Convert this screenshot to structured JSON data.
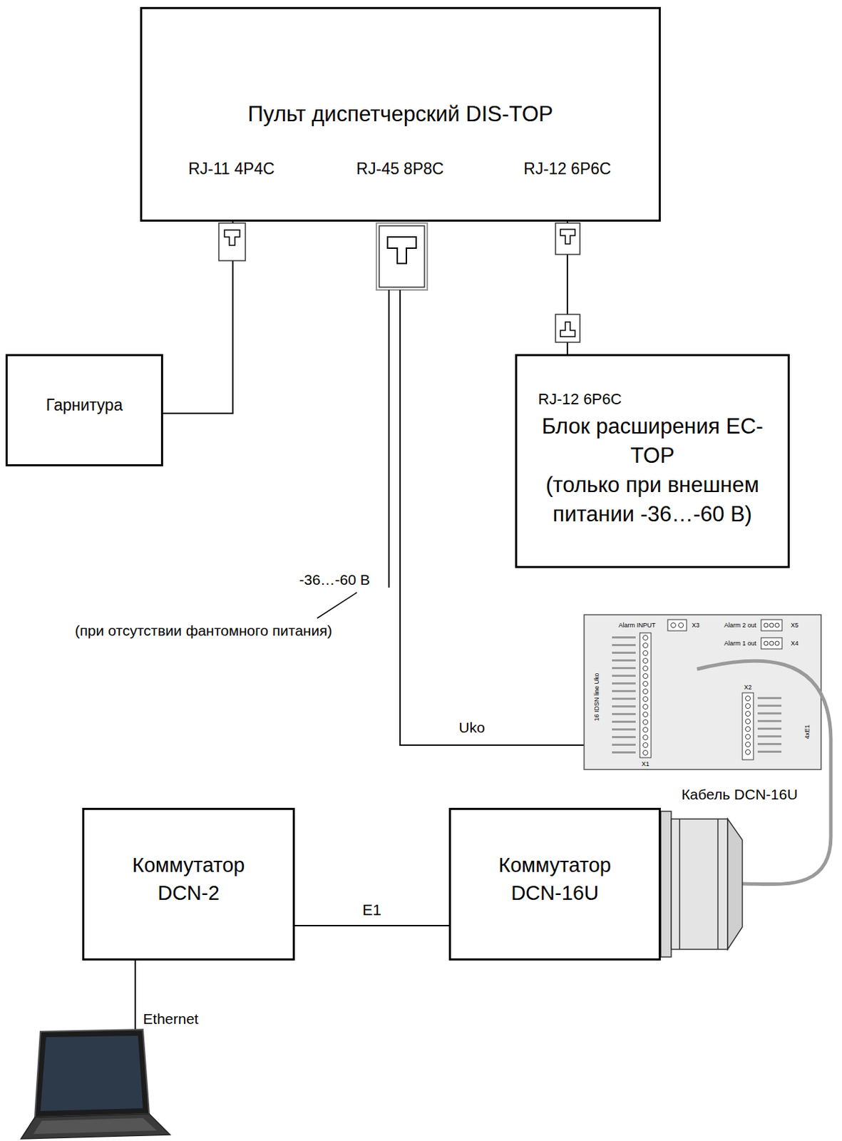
{
  "diagram": {
    "nodes": [
      {
        "text": [
          "Пульт диспетчерский DIS-TOP"
        ]
      },
      {
        "text": [
          "Гарнитура"
        ]
      },
      {
        "text": [
          "Блок расширения EC-TOP",
          "(только при внешнем питании -36…-60 В)"
        ]
      },
      {
        "text": [
          "Коммутатор DCN-2"
        ]
      },
      {
        "text": [
          "Коммутатор DCN-16U"
        ]
      }
    ],
    "edges": [
      {
        "from": 0,
        "to": 1,
        "arrow": "none"
      },
      {
        "from": 0,
        "to": 2,
        "arrow": "none"
      },
      {
        "from": 3,
        "to": 4,
        "label": "E1",
        "arrow": "none"
      }
    ],
    "labels": [
      "RJ-11 4P4C",
      "RJ-45 8P8C",
      "RJ-12 6P6C",
      "RJ-12 6P6C",
      "-36…-60 В",
      "(при отсутствии фантомного питания)",
      "Uko",
      "Кабель DCN-16U",
      "Ethernet",
      "X1",
      "X2",
      "X3",
      "X4",
      "X5",
      "Alarm INPUT",
      "Alarm 1 out",
      "Alarm 2 out",
      "16 IDSN line Uko",
      "4xE1"
    ]
  }
}
